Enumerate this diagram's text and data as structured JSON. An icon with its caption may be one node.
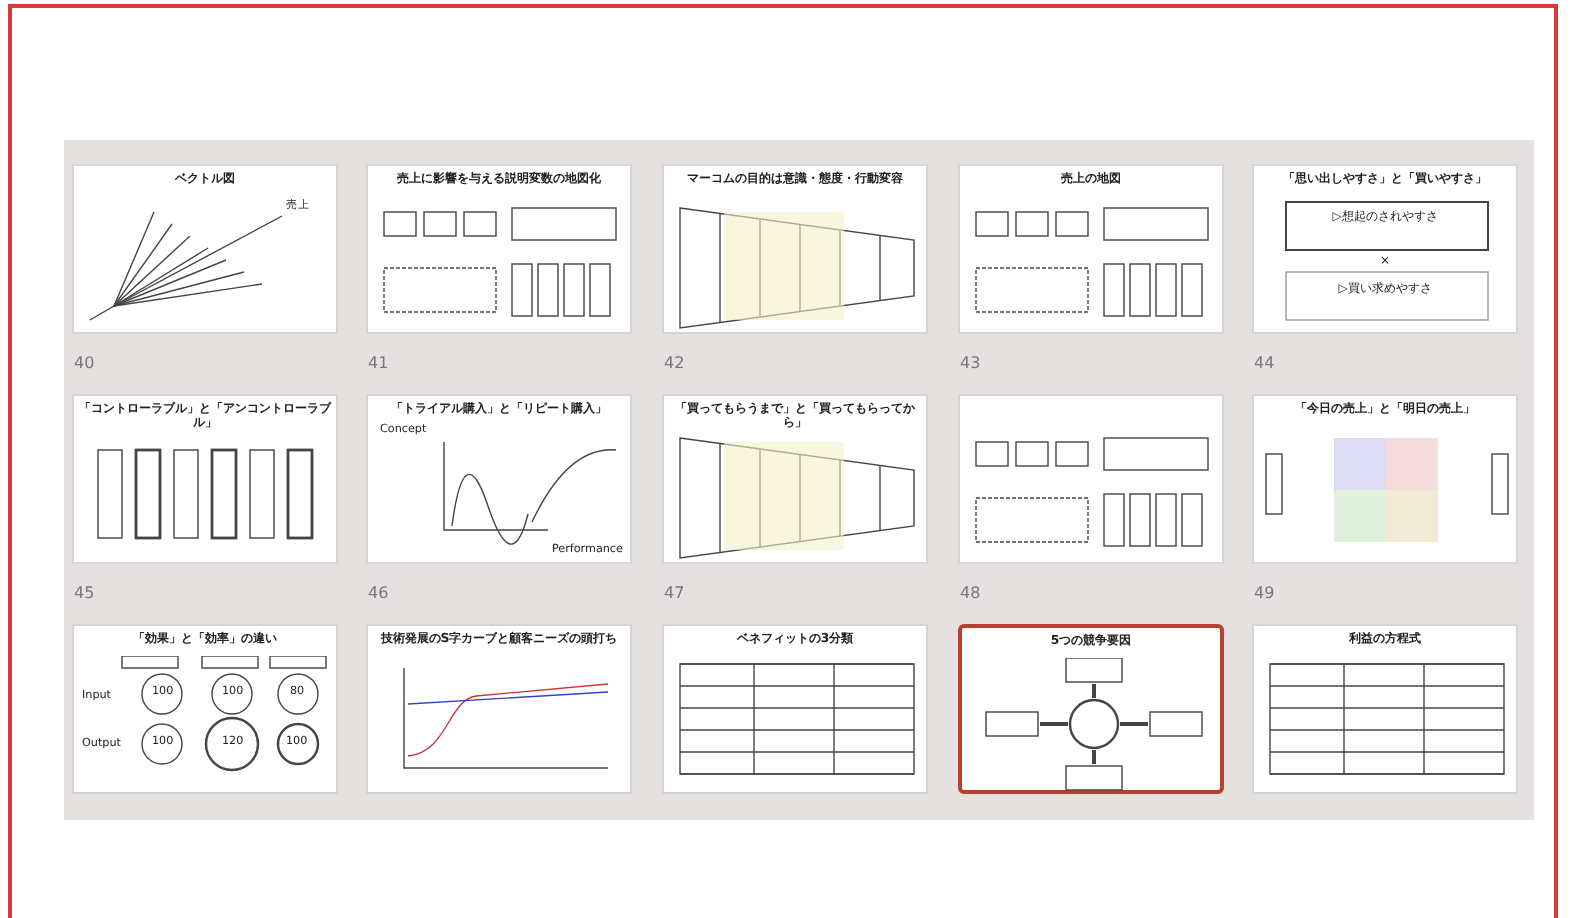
{
  "diagram": {
    "nodes": [
      {
        "text": [
          "ベクトル図",
          "売上"
        ],
        "beside": [
          "40"
        ]
      },
      {
        "text": [
          "売上に影響を与える説明変数の地図化"
        ],
        "beside": [
          "41"
        ]
      },
      {
        "text": [
          "マーコムの目的は意識・態度・行動変容"
        ],
        "beside": [
          "42"
        ]
      },
      {
        "text": [
          "売上の地図"
        ],
        "beside": [
          "43"
        ]
      },
      {
        "text": [
          "「思い出しやすさ」と「買いやすさ」",
          "▷想起のされやすさ",
          "×",
          "▷買い求めやすさ"
        ],
        "beside": [
          "44"
        ]
      },
      {
        "text": [
          "「コントローラブル」と「アンコントローラブル」"
        ],
        "beside": [
          "45"
        ]
      },
      {
        "text": [
          "「トライアル購入」と「リピート購入」",
          "Concept",
          "Performance"
        ],
        "beside": [
          "46"
        ]
      },
      {
        "text": [
          "「買ってもらうまで」と「買ってもらってから」"
        ],
        "beside": [
          "47"
        ]
      },
      {
        "text": [],
        "shape": "box",
        "beside": [
          "48"
        ]
      },
      {
        "text": [
          "「今日の売上」と「明日の売上」"
        ],
        "beside": [
          "49"
        ]
      },
      {
        "text": [
          "「効果」と「効率」の違い",
          "Input",
          "Output",
          "100",
          "100",
          "80",
          "100",
          "120",
          "100"
        ]
      },
      {
        "text": [
          "技術発展のS字カーブと顧客ニーズの頭打ち"
        ]
      },
      {
        "text": [
          "ベネフィットの3分類"
        ]
      },
      {
        "text": [
          "5つの競争要因"
        ]
      },
      {
        "text": [
          "利益の方程式"
        ]
      }
    ]
  }
}
